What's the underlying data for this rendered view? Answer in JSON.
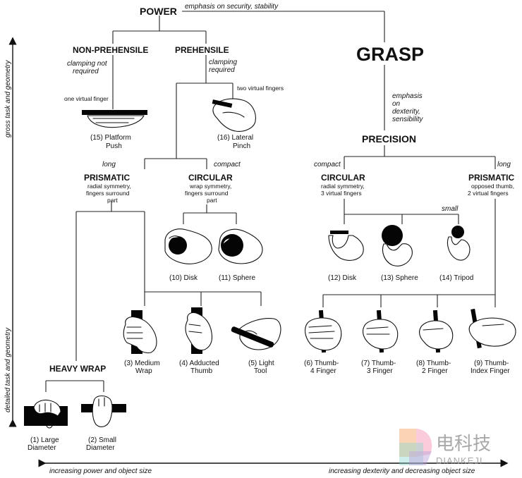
{
  "top": {
    "power": "POWER",
    "emphasis_security": "emphasis on security, stability",
    "grasp": "GRASP",
    "emphasis_dexterity": [
      "emphasis",
      "on",
      "dexterity,",
      "sensibility"
    ],
    "precision": "PRECISION"
  },
  "power_branch": {
    "non_prehensile": "NON-PREHENSILE",
    "clamping_not_required": [
      "clamping not",
      "required"
    ],
    "one_virtual_finger": "one virtual finger",
    "platform_push": [
      "(15) Platform",
      "Push"
    ],
    "prehensile": "PREHENSILE",
    "clamping_required": [
      "clamping",
      "required"
    ],
    "two_virtual_fingers": "two virtual fingers",
    "lateral_pinch": [
      "(16) Lateral",
      "Pinch"
    ],
    "long": "long",
    "compact": "compact",
    "prismatic": "PRISMATIC",
    "prismatic_desc": [
      "radial symmetry,",
      "fingers surround",
      "part"
    ],
    "circular": "CIRCULAR",
    "circular_desc": [
      "wrap symmetry,",
      "fingers surround",
      "part"
    ],
    "disk": "(10) Disk",
    "sphere": "(11) Sphere",
    "heavy_wrap": "HEAVY WRAP",
    "large_diameter": [
      "(1) Large",
      "Diameter"
    ],
    "small_diameter": [
      "(2) Small",
      "Diameter"
    ],
    "medium_wrap": [
      "(3) Medium",
      "Wrap"
    ],
    "adducted_thumb": [
      "(4) Adducted",
      "Thumb"
    ],
    "light_tool": [
      "(5) Light",
      "Tool"
    ]
  },
  "precision_branch": {
    "compact": "compact",
    "long": "long",
    "circular": "CIRCULAR",
    "circular_desc": [
      "radial symmetry,",
      "3 virtual fingers"
    ],
    "prismatic": "PRISMATIC",
    "prismatic_desc": [
      "opposed thumb,",
      "2 virtual fingers"
    ],
    "small": "small",
    "disk": "(12) Disk",
    "sphere": "(13) Sphere",
    "tripod": "(14) Tripod",
    "thumb_4_finger": [
      "(6) Thumb-",
      "4 Finger"
    ],
    "thumb_3_finger": [
      "(7) Thumb-",
      "3 Finger"
    ],
    "thumb_2_finger": [
      "(8) Thumb-",
      "2 Finger"
    ],
    "thumb_index_finger": [
      "(9) Thumb-",
      "Index Finger"
    ]
  },
  "axes": {
    "vertical_top": "gross task and geometry",
    "vertical_bottom": "detailed task and geometry",
    "horizontal_left": "increasing power and object size",
    "horizontal_right": "increasing dexterity and decreasing object size"
  },
  "watermark": {
    "cn": "电科技",
    "en": "DIANKEJI"
  },
  "colors": {
    "ink": "#111111",
    "watermark_orange": "#f4a261",
    "watermark_teal": "#7fd3c8",
    "watermark_pink": "#f28fb0",
    "watermark_purple": "#b69ad6",
    "watermark_text": "#9a9a9a"
  }
}
